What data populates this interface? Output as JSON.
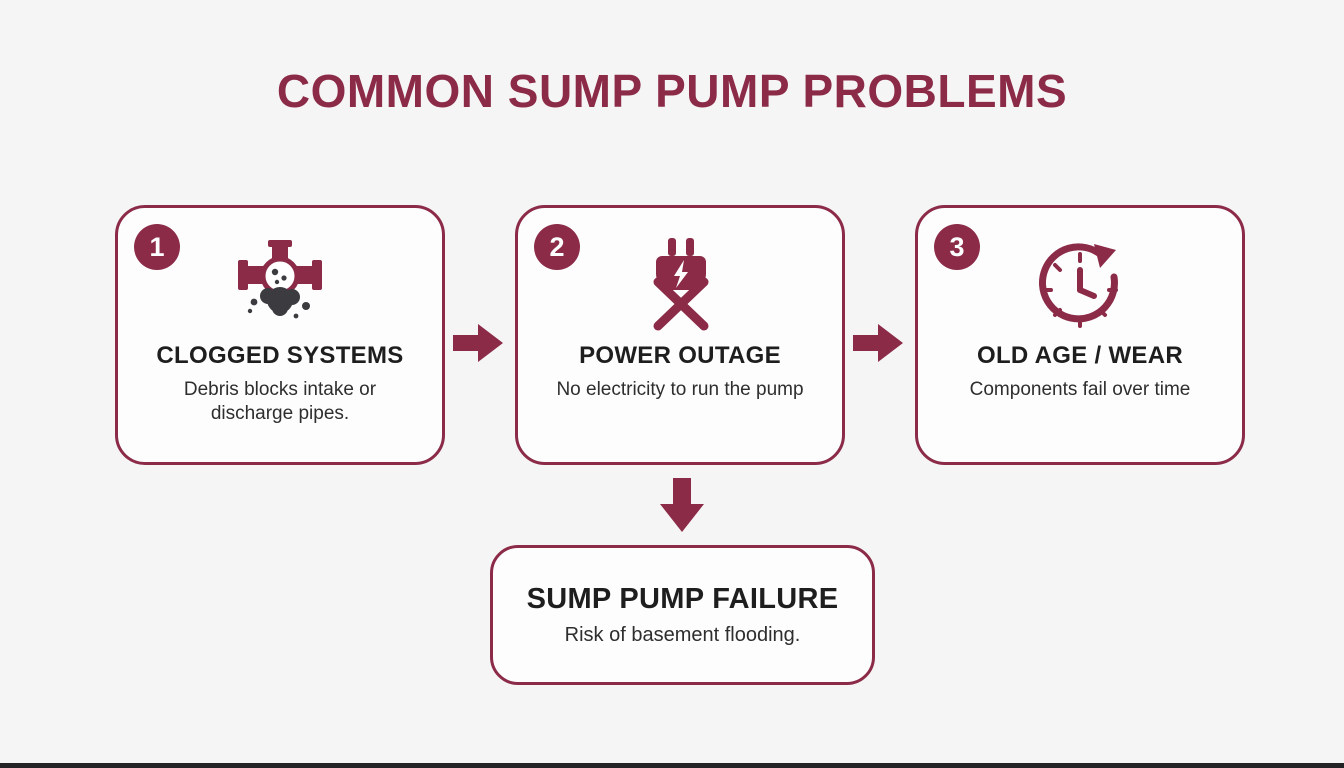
{
  "colors": {
    "accent": "#8b2b48",
    "text_dark": "#1e1e1e",
    "background": "#f6f5f6",
    "blob_dark": "#3c3b40",
    "white": "#ffffff"
  },
  "title": "COMMON SUMP PUMP PROBLEMS",
  "boxes": [
    {
      "number": "1",
      "title": "CLOGGED SYSTEMS",
      "description": "Debris blocks intake or discharge pipes.",
      "icon": "clogged-pipe-icon"
    },
    {
      "number": "2",
      "title": "POWER OUTAGE",
      "description": "No electricity to run the pump",
      "icon": "power-outage-icon"
    },
    {
      "number": "3",
      "title": "OLD AGE / WEAR",
      "description": "Components fail over time",
      "icon": "clock-wear-icon"
    }
  ],
  "result": {
    "title": "SUMP PUMP FAILURE",
    "description": "Risk of basement flooding."
  }
}
